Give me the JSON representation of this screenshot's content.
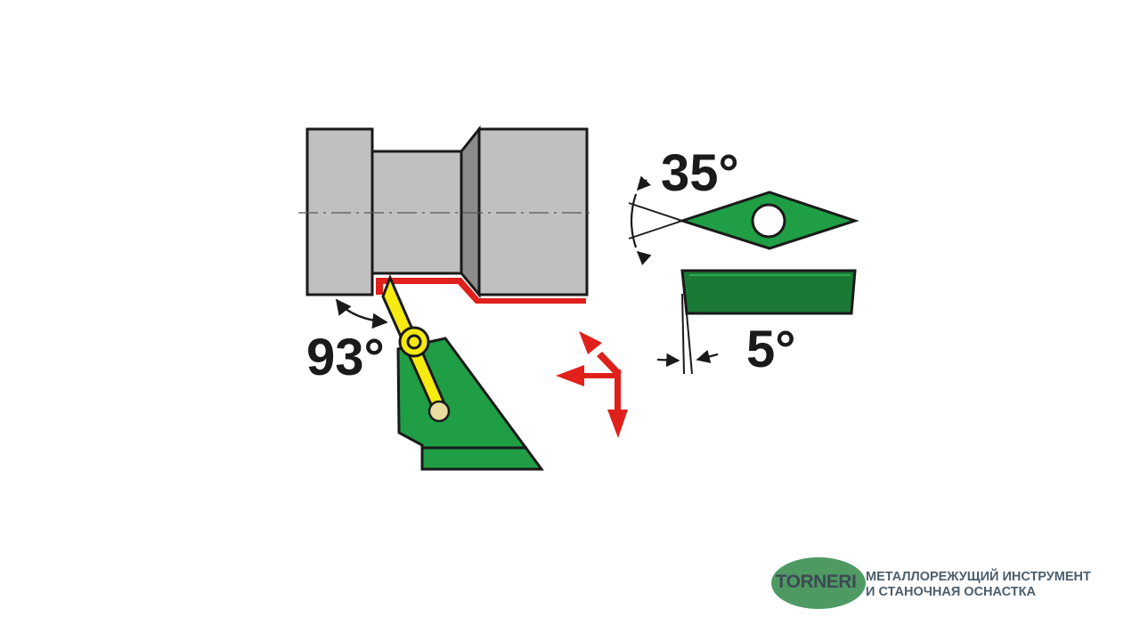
{
  "angles": {
    "approach_angle": "93°",
    "insert_tip_angle": "35°",
    "clearance_angle": "5°"
  },
  "logo": {
    "brand": "TORNERI",
    "tagline_line1": "МЕТАЛЛОРЕЖУЩИЙ ИНСТРУМЕНТ",
    "tagline_line2": "И СТАНОЧНАЯ ОСНАСТКА"
  },
  "colors": {
    "workpiece": "#c0c0c0",
    "workpiece_step": "#8c8c8c",
    "machined_surface": "#e0201a",
    "holder": "#1f9e45",
    "insert_yellow": "#f7ea10",
    "insert_green": "#1a7a35",
    "arrows": "#e0201a",
    "outline": "#1a1a1a"
  }
}
